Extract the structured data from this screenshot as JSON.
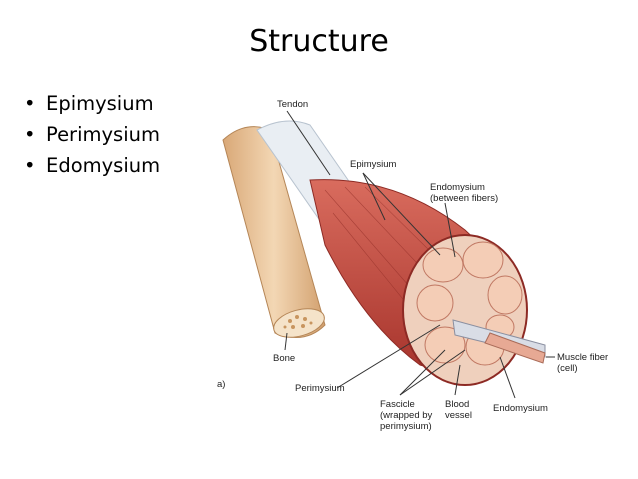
{
  "slide": {
    "title": "Structure",
    "bullets": [
      "Epimysium",
      "Perimysium",
      "Edomysium"
    ],
    "bullet_glyph": "•"
  },
  "figure": {
    "labels": {
      "tendon": "Tendon",
      "epimysium": "Epimysium",
      "endomysium_between_1": "Endomysium",
      "endomysium_between_2": "(between fibers)",
      "bone": "Bone",
      "muscle_fiber_1": "Muscle fiber",
      "muscle_fiber_2": "(cell)",
      "perimysium": "Perimysium",
      "fascicle_1": "Fascicle",
      "fascicle_2": "(wrapped by",
      "fascicle_3": "perimysium)",
      "blood_1": "Blood",
      "blood_2": "vessel",
      "endomysium": "Endomysium",
      "panel": "a)"
    },
    "colors": {
      "bone": "#e8c49a",
      "muscle": "#c0463c",
      "fascicle": "#f1c8b0",
      "tendon": "#e9eef3"
    }
  }
}
